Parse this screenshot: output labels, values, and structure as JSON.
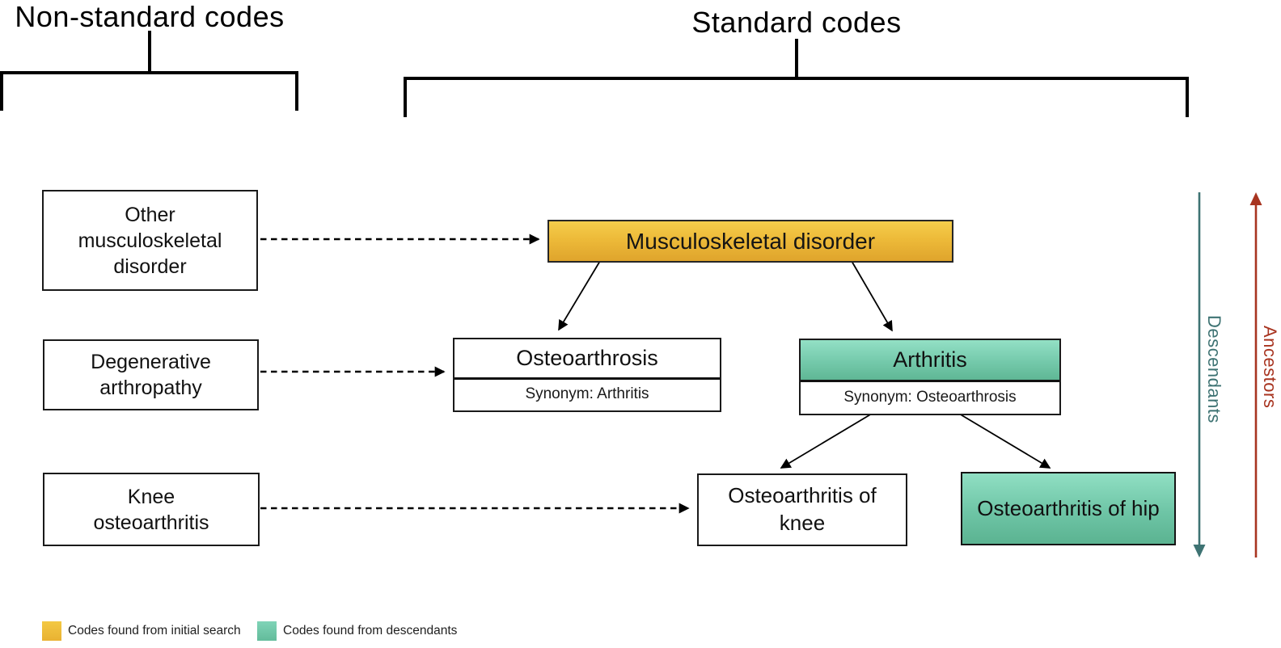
{
  "titles": {
    "non_standard": "Non-standard codes",
    "standard": "Standard codes"
  },
  "non_standard_boxes": [
    {
      "label": "Other musculoskeletal disorder"
    },
    {
      "label": "Degenerative arthropathy"
    },
    {
      "label": "Knee osteoarthritis"
    }
  ],
  "standard_nodes": {
    "root": {
      "label": "Musculoskeletal disorder",
      "category": "initial-search"
    },
    "osteoarthrosis": {
      "label": "Osteoarthrosis",
      "synonym": "Synonym: Arthritis",
      "category": "plain"
    },
    "arthritis": {
      "label": "Arthritis",
      "synonym": "Synonym: Osteoarthrosis",
      "category": "descendant"
    },
    "knee": {
      "label": "Osteoarthritis of knee",
      "category": "plain"
    },
    "hip": {
      "label": "Osteoarthritis of hip",
      "category": "descendant"
    }
  },
  "axis": {
    "descendants_label": "Descendants",
    "ancestors_label": "Ancestors",
    "descendants_color": "#3E7373",
    "ancestors_color": "#A83420"
  },
  "legend": [
    {
      "label": "Codes found from initial search",
      "color_top": "#F3C843",
      "color_bottom": "#E9B232"
    },
    {
      "label": "Codes found from descendants",
      "color_top": "#7FD4B7",
      "color_bottom": "#63BC9B"
    }
  ],
  "colors": {
    "initial_search_top": "#F5CD4B",
    "initial_search_bottom": "#DFA42C",
    "descendant_top": "#93E0C5",
    "descendant_bottom": "#5FB795",
    "line": "#000000"
  }
}
